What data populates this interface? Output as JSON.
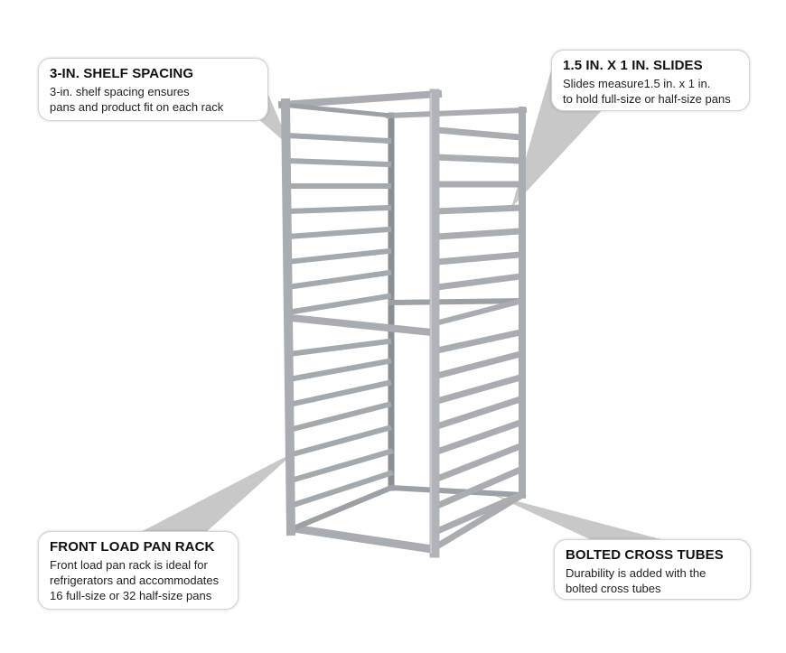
{
  "callouts": {
    "shelf_spacing": {
      "title": "3-IN. SHELF SPACING",
      "text": "3-in. shelf spacing ensures\npans and product fit on each rack"
    },
    "slides": {
      "title": "1.5 IN. X 1 IN. SLIDES",
      "text": "Slides measure1.5 in. x 1 in.\nto hold full-size or half-size pans"
    },
    "front_load": {
      "title": "FRONT LOAD PAN RACK",
      "text": "Front load pan rack is ideal for\nrefrigerators and accommodates\n16 full-size or 32 half-size pans"
    },
    "bolted": {
      "title": "BOLTED CROSS TUBES",
      "text": "Durability is added with the\nbolted cross tubes"
    }
  },
  "colors": {
    "pointer": "#c8c8c8",
    "frame": "#a9adb1",
    "frame_dark": "#8a8f94",
    "background": "#ffffff"
  }
}
